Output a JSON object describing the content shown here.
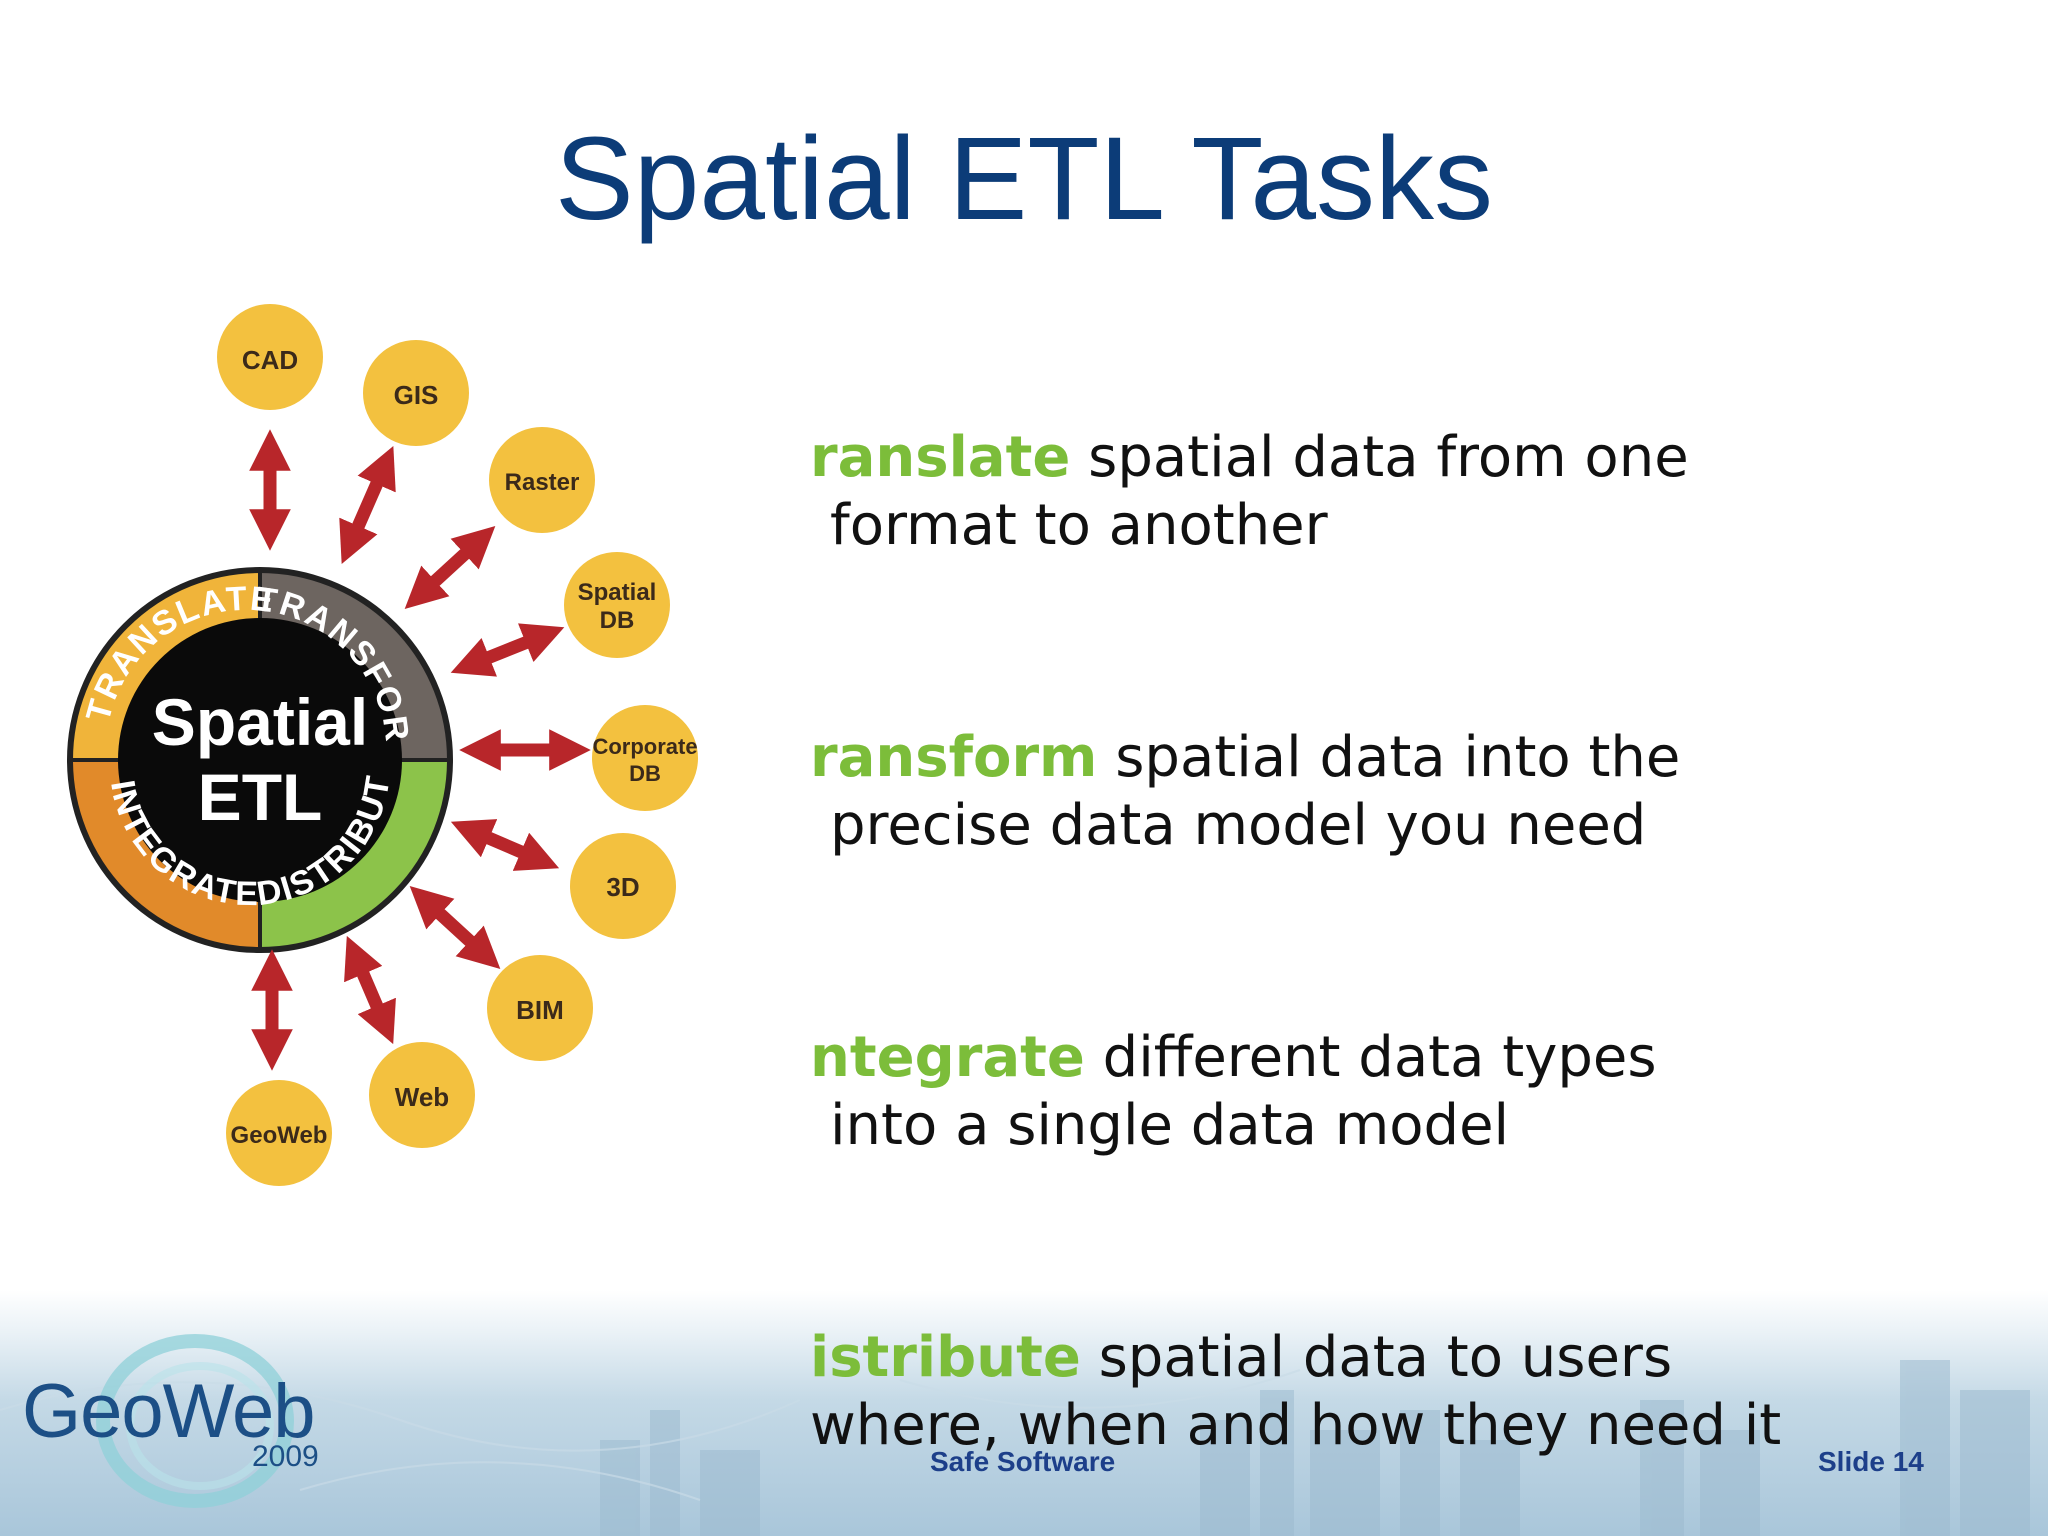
{
  "slide": {
    "title": "Spatial ETL Tasks",
    "footer_center": "Safe Software",
    "footer_slide": "Slide 14"
  },
  "logo": {
    "name": "GeoWeb",
    "year": "2009"
  },
  "diagram": {
    "center_line1": "Spatial",
    "center_line2": "ETL",
    "segments": [
      {
        "label": "TRANSLATE",
        "color": "#f0b43a"
      },
      {
        "label": "TRANSFORM",
        "color": "#6d6560"
      },
      {
        "label": "DISTRIBUTE",
        "color": "#8cc34a"
      },
      {
        "label": "INTEGRATE",
        "color": "#e18a2a"
      }
    ],
    "nodes": [
      {
        "line1": "CAD",
        "line2": ""
      },
      {
        "line1": "GIS",
        "line2": ""
      },
      {
        "line1": "Raster",
        "line2": ""
      },
      {
        "line1": "Spatial",
        "line2": "DB"
      },
      {
        "line1": "Corporate",
        "line2": "DB"
      },
      {
        "line1": "3D",
        "line2": ""
      },
      {
        "line1": "BIM",
        "line2": ""
      },
      {
        "line1": "Web",
        "line2": ""
      },
      {
        "line1": "GeoWeb",
        "line2": ""
      }
    ],
    "node_color": "#f3c13f",
    "arrow_color": "#b8262a"
  },
  "bullets": [
    {
      "keyword": "ranslate",
      "rest": " spatial data from one",
      "line2": "format to another"
    },
    {
      "keyword": "ransform",
      "rest": " spatial data into the",
      "line2": "precise data model you need"
    },
    {
      "keyword": "ntegrate",
      "rest": " different data types",
      "line2": "into a single data model"
    },
    {
      "keyword": "istribute",
      "rest": " spatial data to users",
      "line2": "where, when and how they need it"
    }
  ]
}
